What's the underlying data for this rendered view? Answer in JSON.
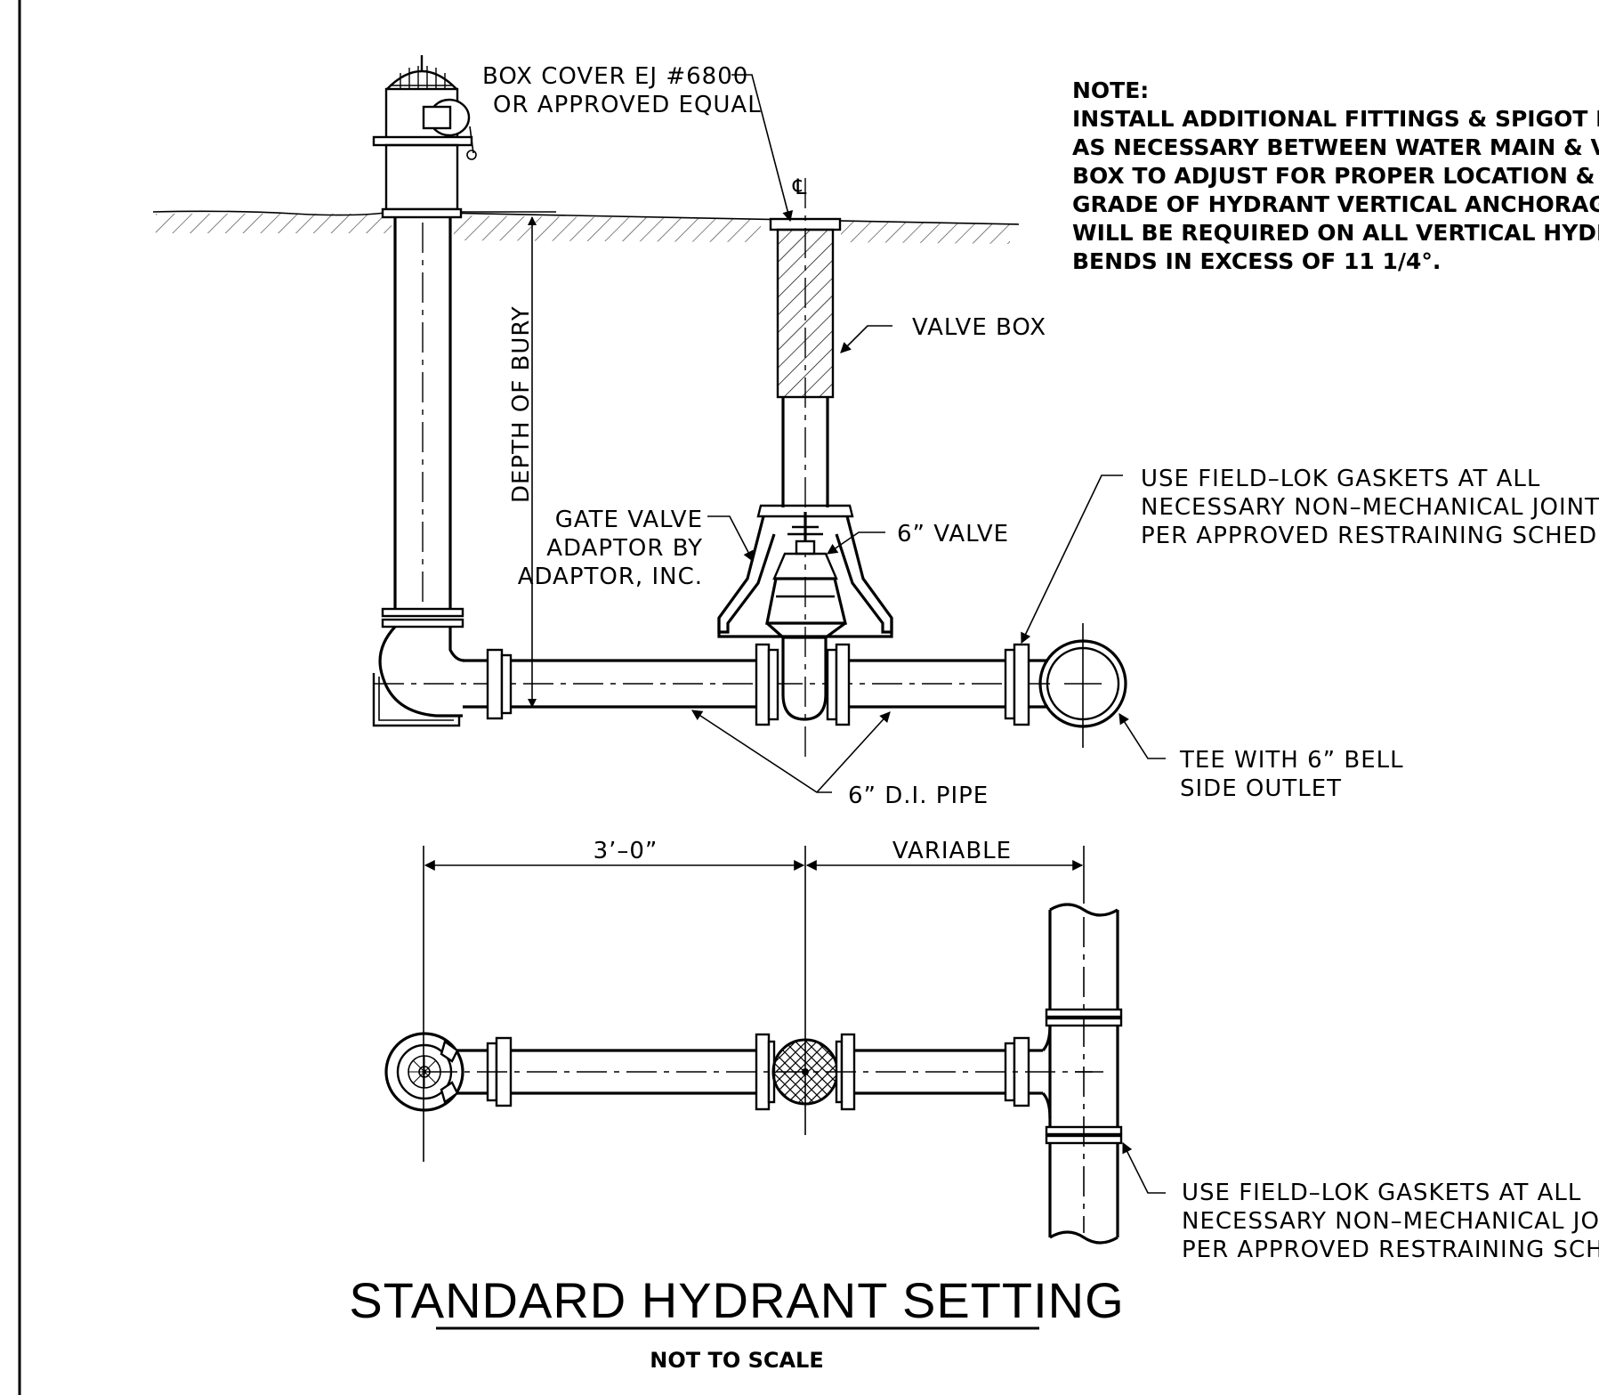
{
  "title": "STANDARD HYDRANT SETTING",
  "subtitle": "NOT TO SCALE",
  "note": {
    "heading": "NOTE:",
    "lines": [
      "INSTALL ADDITIONAL FITTINGS & SPIGOT PIPE",
      "AS NECESSARY BETWEEN WATER MAIN & VALVE",
      "BOX TO ADJUST FOR PROPER LOCATION &",
      "GRADE OF HYDRANT VERTICAL ANCHORAGES",
      "WILL BE REQUIRED ON ALL VERTICAL HYDRANT",
      "BENDS IN EXCESS OF 11 1/4°."
    ]
  },
  "labels": {
    "box_cover_1": "BOX COVER EJ #6800",
    "box_cover_2": "OR APPROVED EQUAL",
    "centerline": "℄",
    "valve_box": "VALVE BOX",
    "depth_of_bury": "DEPTH OF BURY",
    "gate_valve_1": "GATE VALVE",
    "gate_valve_2": "ADAPTOR BY",
    "gate_valve_3": "ADAPTOR, INC.",
    "valve_6": "6” VALVE",
    "field_lok_top_1": "USE FIELD–LOK GASKETS AT ALL",
    "field_lok_top_2": "NECESSARY NON–MECHANICAL JOINTS",
    "field_lok_top_3": "PER APPROVED RESTRAINING SCHEDULE",
    "tee_1": "TEE WITH 6” BELL",
    "tee_2": "SIDE OUTLET",
    "pipe": "6” D.I. PIPE",
    "dim_left": "3’–0”",
    "dim_right": "VARIABLE",
    "field_lok_bot_1": "USE FIELD–LOK GASKETS AT ALL",
    "field_lok_bot_2": "NECESSARY NON–MECHANICAL JOINTS",
    "field_lok_bot_3": "PER APPROVED RESTRAINING SCHEDULE"
  }
}
